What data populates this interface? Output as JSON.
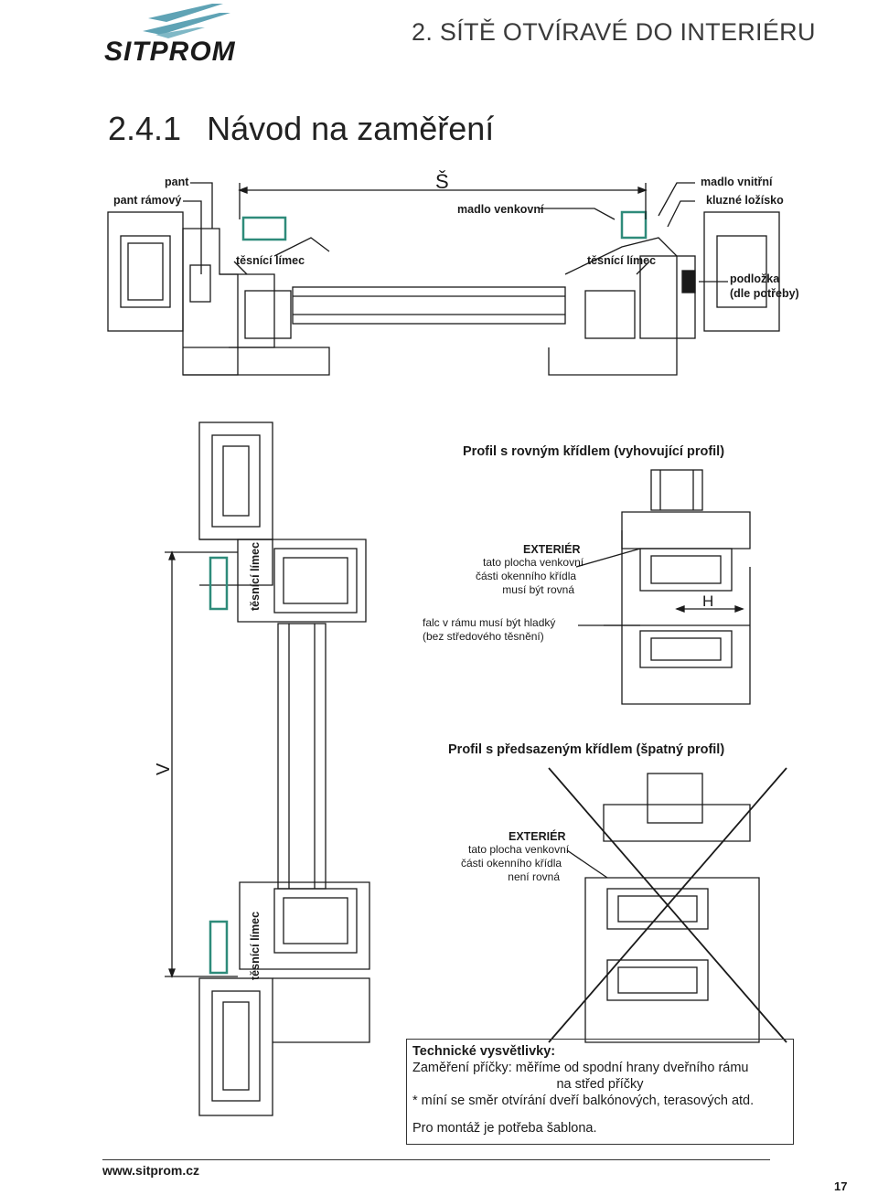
{
  "header": {
    "logo_text": "SITPROM",
    "section_title": "2.  SÍTĚ OTVÍRAVÉ DO INTERIÉRU"
  },
  "heading": {
    "number": "2.4.1",
    "title": "Návod na zaměření"
  },
  "top_drawing": {
    "labels": {
      "pant": "pant",
      "pant_ramovy": "pant rámový",
      "width_symbol": "Š",
      "madlo_venkovni": "madlo venkovní",
      "madlo_vnitrni": "madlo vnitřní",
      "kluzne_lozisko": "kluzné ložísko",
      "tesnici_limec_left": "těsnící límec",
      "tesnici_limec_right": "těsnící límec",
      "podlozka_1": "podložka",
      "podlozka_2": "(dle potřeby)"
    }
  },
  "left_drawing": {
    "height_symbol": "V",
    "tesnici_limec_top": "těsnící límec",
    "tesnici_limec_bottom": "těsnící límec"
  },
  "profile_good": {
    "title": "Profil s rovným křídlem (vyhovující profil)",
    "exterier": "EXTERIÉR",
    "desc": [
      "tato plocha venkovní",
      "části okenního křídla",
      "musí být rovná"
    ],
    "falc": [
      "falc v rámu musí být hladký",
      "(bez středového těsnění)"
    ],
    "h_symbol": "H"
  },
  "profile_bad": {
    "title": "Profil s předsazeným křídlem (špatný profil)",
    "exterier": "EXTERIÉR",
    "desc": [
      "tato plocha venkovní",
      "části okenního křídla",
      "není rovná"
    ]
  },
  "notes": {
    "title": "Technické vysvětlivky:",
    "line1": "Zaměření příčky: měříme od spodní hrany dveřního rámu",
    "line2": "na střed příčky",
    "line3": "* míní se směr otvírání dveří balkónových, terasových atd.",
    "line4": "Pro montáž je potřeba šablona."
  },
  "footer": {
    "url": "www.sitprom.cz",
    "page_number": "17"
  },
  "colors": {
    "accent_green": "#2e8b7a",
    "logo_teal": "#5fa3b5",
    "ink": "#1a1a1a"
  }
}
